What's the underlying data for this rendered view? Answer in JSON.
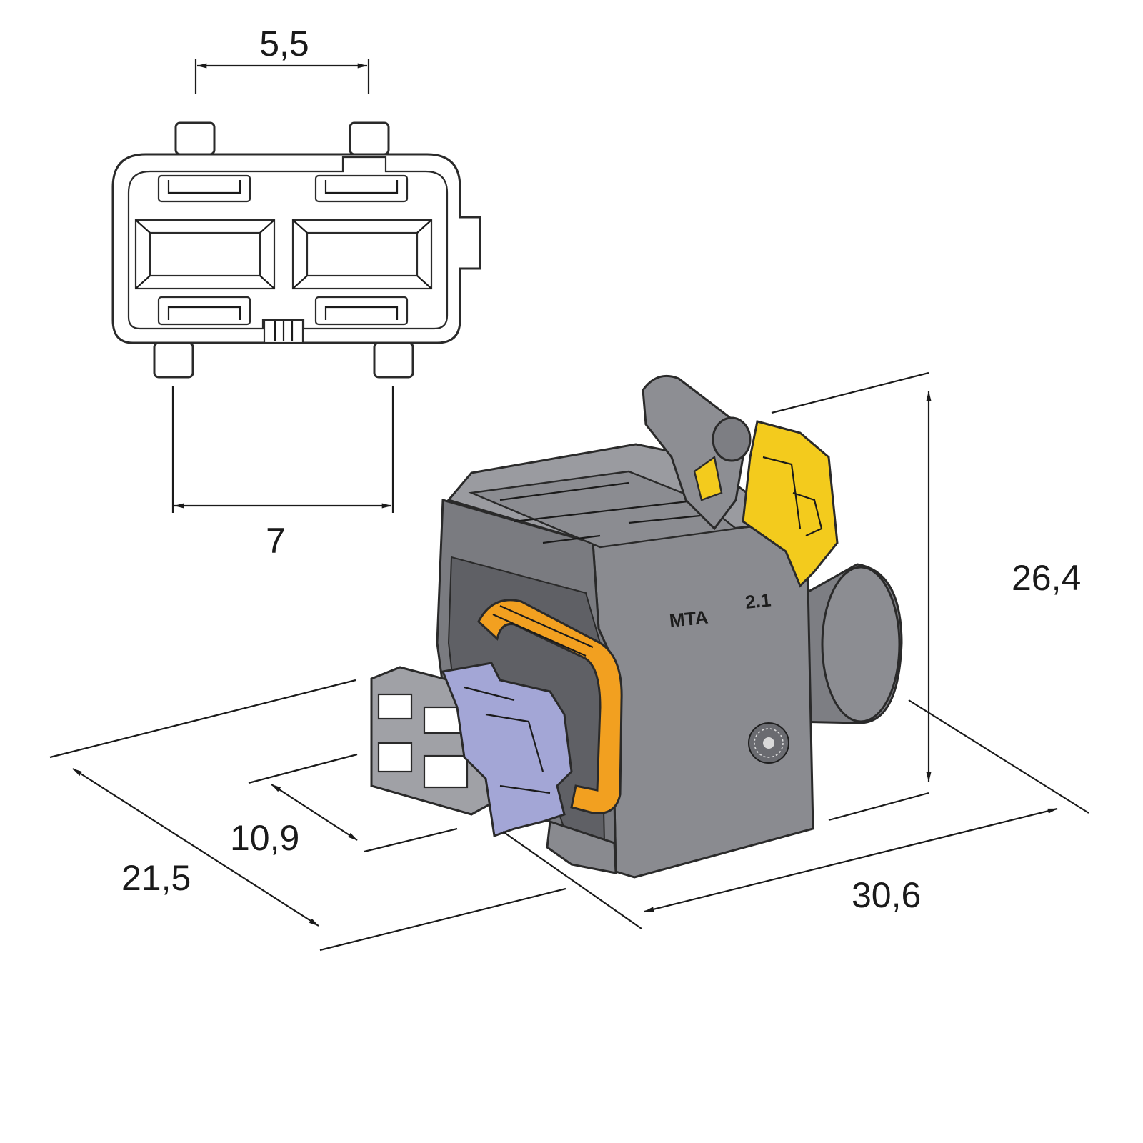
{
  "dimensions": {
    "top_width": "5,5",
    "bottom_width": "7",
    "height": "26,4",
    "length": "30,6",
    "depth": "21,5",
    "offset": "10,9"
  },
  "connector_marks": {
    "brand": "MTA",
    "code": "2.1"
  },
  "colors": {
    "housing": "#8a8b90",
    "housing_dark": "#6f7075",
    "seal": "#f2a020",
    "latch": "#f3cb1d",
    "cpa": "#a3a6d6"
  }
}
